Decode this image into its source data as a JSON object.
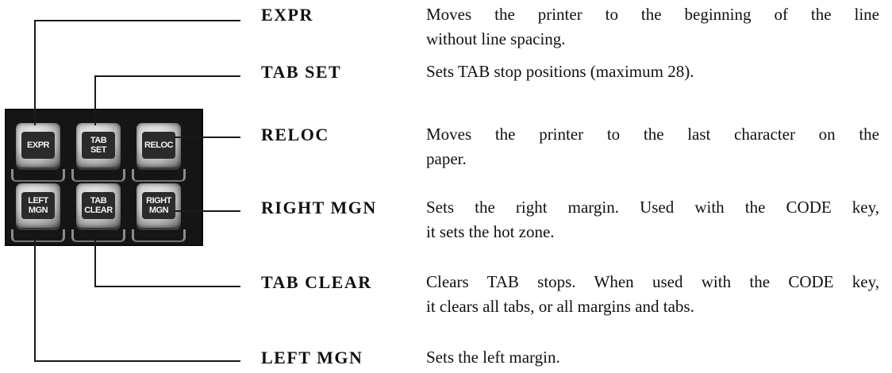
{
  "keypad": {
    "keys": [
      {
        "cap": "EXPR"
      },
      {
        "cap": "TAB\nSET"
      },
      {
        "cap": "RELOC"
      },
      {
        "cap": "LEFT\nMGN"
      },
      {
        "cap": "TAB\nCLEAR"
      },
      {
        "cap": "RIGHT\nMGN"
      }
    ]
  },
  "entries": [
    {
      "name": "EXPR",
      "lines": [
        "Moves the printer to the beginning of the line",
        "without line spacing."
      ]
    },
    {
      "name": "TAB SET",
      "lines": [
        "Sets TAB stop positions (maximum 28)."
      ]
    },
    {
      "name": "RELOC",
      "lines": [
        "Moves the printer to the last character on the",
        "paper."
      ]
    },
    {
      "name": "RIGHT MGN",
      "lines": [
        "Sets the right margin. Used with the CODE key,",
        "it sets the hot zone."
      ]
    },
    {
      "name": "TAB CLEAR",
      "lines": [
        "Clears TAB stops. When used with the CODE key,",
        "it clears all tabs, or all margins and tabs."
      ]
    },
    {
      "name": "LEFT MGN",
      "lines": [
        "Sets the left margin."
      ]
    }
  ]
}
